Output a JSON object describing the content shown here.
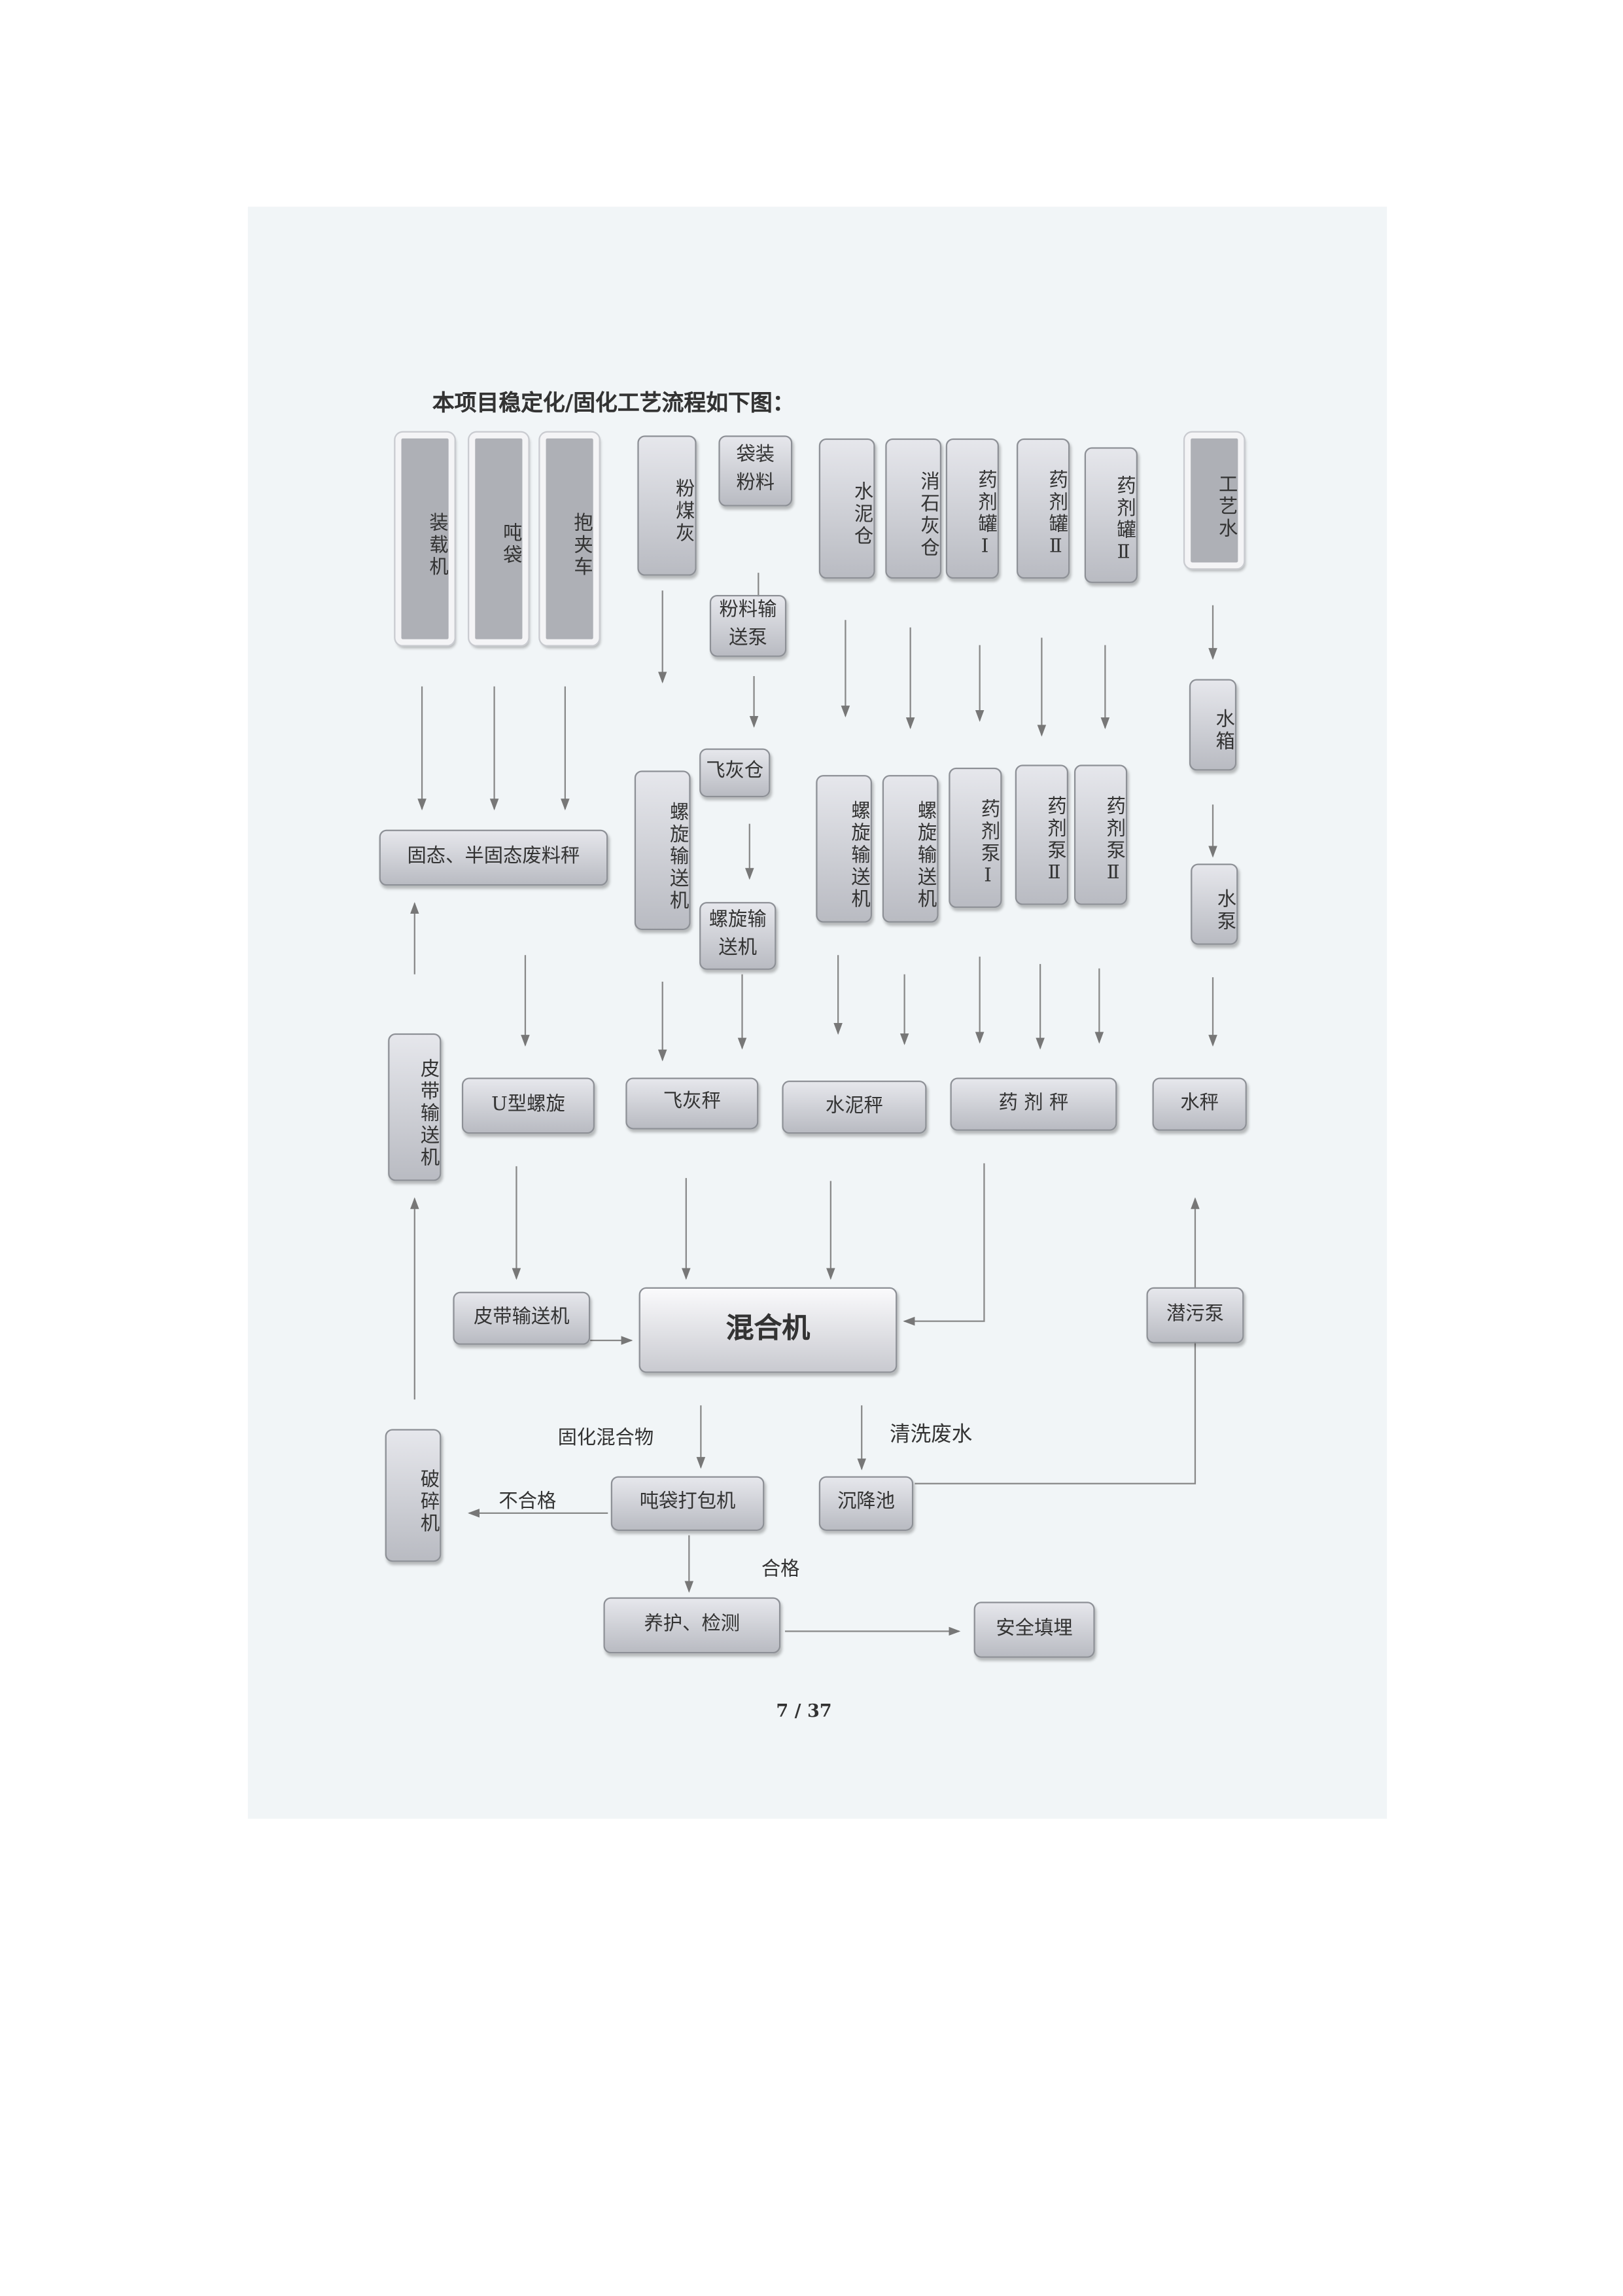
{
  "title": "本项目稳定化/固化工艺流程如下图：",
  "nodes": {
    "loader": "装载机",
    "ton_bag": "吨袋",
    "clamp_truck": "抱夹车",
    "fly_ash": "粉煤灰",
    "bagged_powder": "袋装粉料",
    "cement_silo": "水泥仓",
    "lime_silo": "消石灰仓",
    "tank1": "药剂罐Ⅰ",
    "tank2": "药剂罐Ⅱ",
    "tank3": "药剂罐Ⅱ",
    "process_water": "工艺水",
    "powder_pump": "粉料输送泵",
    "fly_ash_silo": "飞灰仓",
    "screw1": "螺旋输送机",
    "screw2": "螺旋输送机",
    "screw3": "螺旋输送机",
    "screw4": "螺旋输送机",
    "pump1": "药剂泵Ⅰ",
    "pump2": "药剂泵Ⅱ",
    "pump3": "药剂泵Ⅱ",
    "water_tank": "水箱",
    "water_pump": "水泵",
    "waste_scale": "固态、半固态废料秤",
    "belt_v": "皮带输送机",
    "u_screw": "U型螺旋",
    "fly_ash_scale": "飞灰秤",
    "cement_scale": "水泥秤",
    "agent_scale": "药 剂 秤",
    "water_scale": "水秤",
    "belt_h": "皮带输送机",
    "mixer": "混合机",
    "sewage_pump": "潜污泵",
    "crusher": "破碎机",
    "bagger": "吨袋打包机",
    "settling": "沉降池",
    "curing": "养护、检测",
    "landfill": "安全填埋"
  },
  "labels": {
    "solidified": "固化混合物",
    "wash_water": "清洗废水",
    "fail": "不合格",
    "pass": "合格"
  },
  "page_number": "7 / 37"
}
